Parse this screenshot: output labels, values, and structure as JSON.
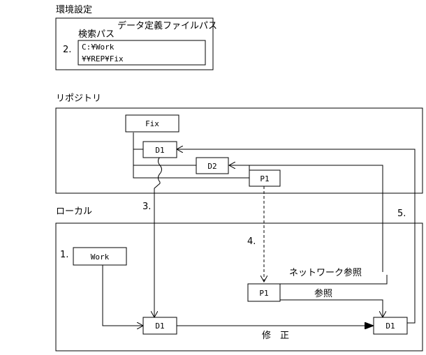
{
  "settings": {
    "title": "環境設定",
    "panel_title": "データ定義ファイルパス",
    "search_label": "検索パス",
    "step": "2.",
    "paths": [
      "C:¥Work",
      "¥¥REP¥Fix"
    ]
  },
  "repository": {
    "title": "リポジトリ",
    "nodes": {
      "fix": "Fix",
      "d1": "D1",
      "d2": "D2",
      "p1": "P1"
    }
  },
  "local": {
    "title": "ローカル",
    "nodes": {
      "work": "Work",
      "d1": "D1",
      "p1": "P1",
      "d1_modified": "D1"
    }
  },
  "annotations": {
    "step1": "1.",
    "step3": "3.",
    "step4": "4.",
    "step5": "5.",
    "network_ref": "ネットワーク参照",
    "ref": "参照",
    "modify": "修　正"
  }
}
